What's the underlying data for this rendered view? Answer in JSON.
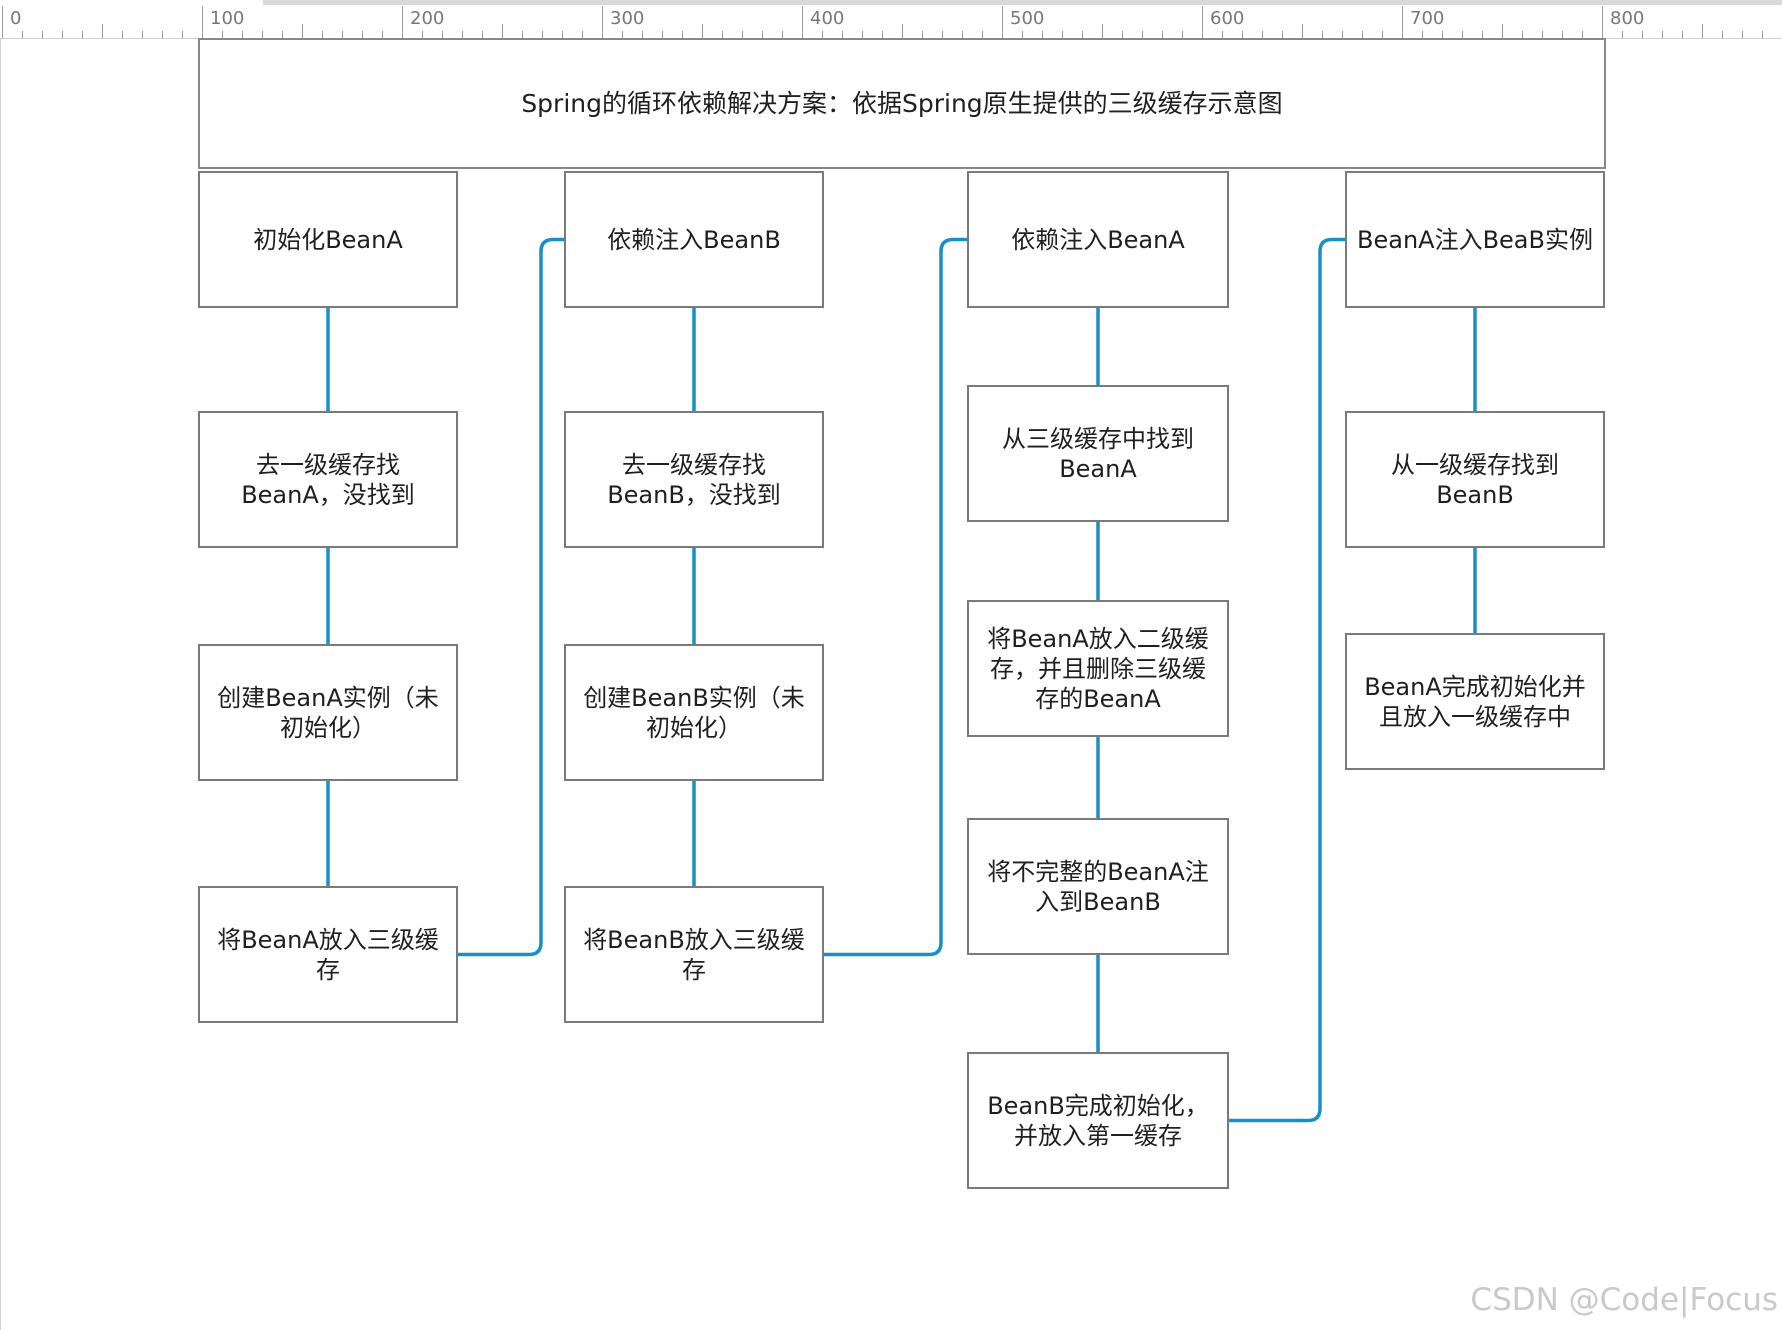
{
  "ruler": {
    "labels": [
      "0",
      "100",
      "200",
      "300",
      "400",
      "500",
      "600",
      "700",
      "800"
    ]
  },
  "title": "Spring的循环依赖解决方案：依据Spring原生提供的三级缓存示意图",
  "columns": [
    {
      "steps": [
        "初始化BeanA",
        "去一级缓存找\nBeanA，没找到",
        "创建BeanA实例（未\n初始化）",
        "将BeanA放入三级缓\n存"
      ]
    },
    {
      "steps": [
        "依赖注入BeanB",
        "去一级缓存找\nBeanB，没找到",
        "创建BeanB实例（未\n初始化）",
        "将BeanB放入三级缓\n存"
      ]
    },
    {
      "steps": [
        "依赖注入BeanA",
        "从三级缓存中找到\nBeanA",
        "将BeanA放入二级缓\n存，并且删除三级缓\n存的BeanA",
        "将不完整的BeanA注\n入到BeanB",
        "BeanB完成初始化，\n并放入第一缓存"
      ]
    },
    {
      "steps": [
        "BeanA注入BeaB实例",
        "从一级缓存找到\nBeanB",
        "BeanA完成初始化并\n且放入一级缓存中"
      ]
    }
  ],
  "connector_color": "#1a8fc4",
  "watermark": "CSDN @Code|Focus"
}
